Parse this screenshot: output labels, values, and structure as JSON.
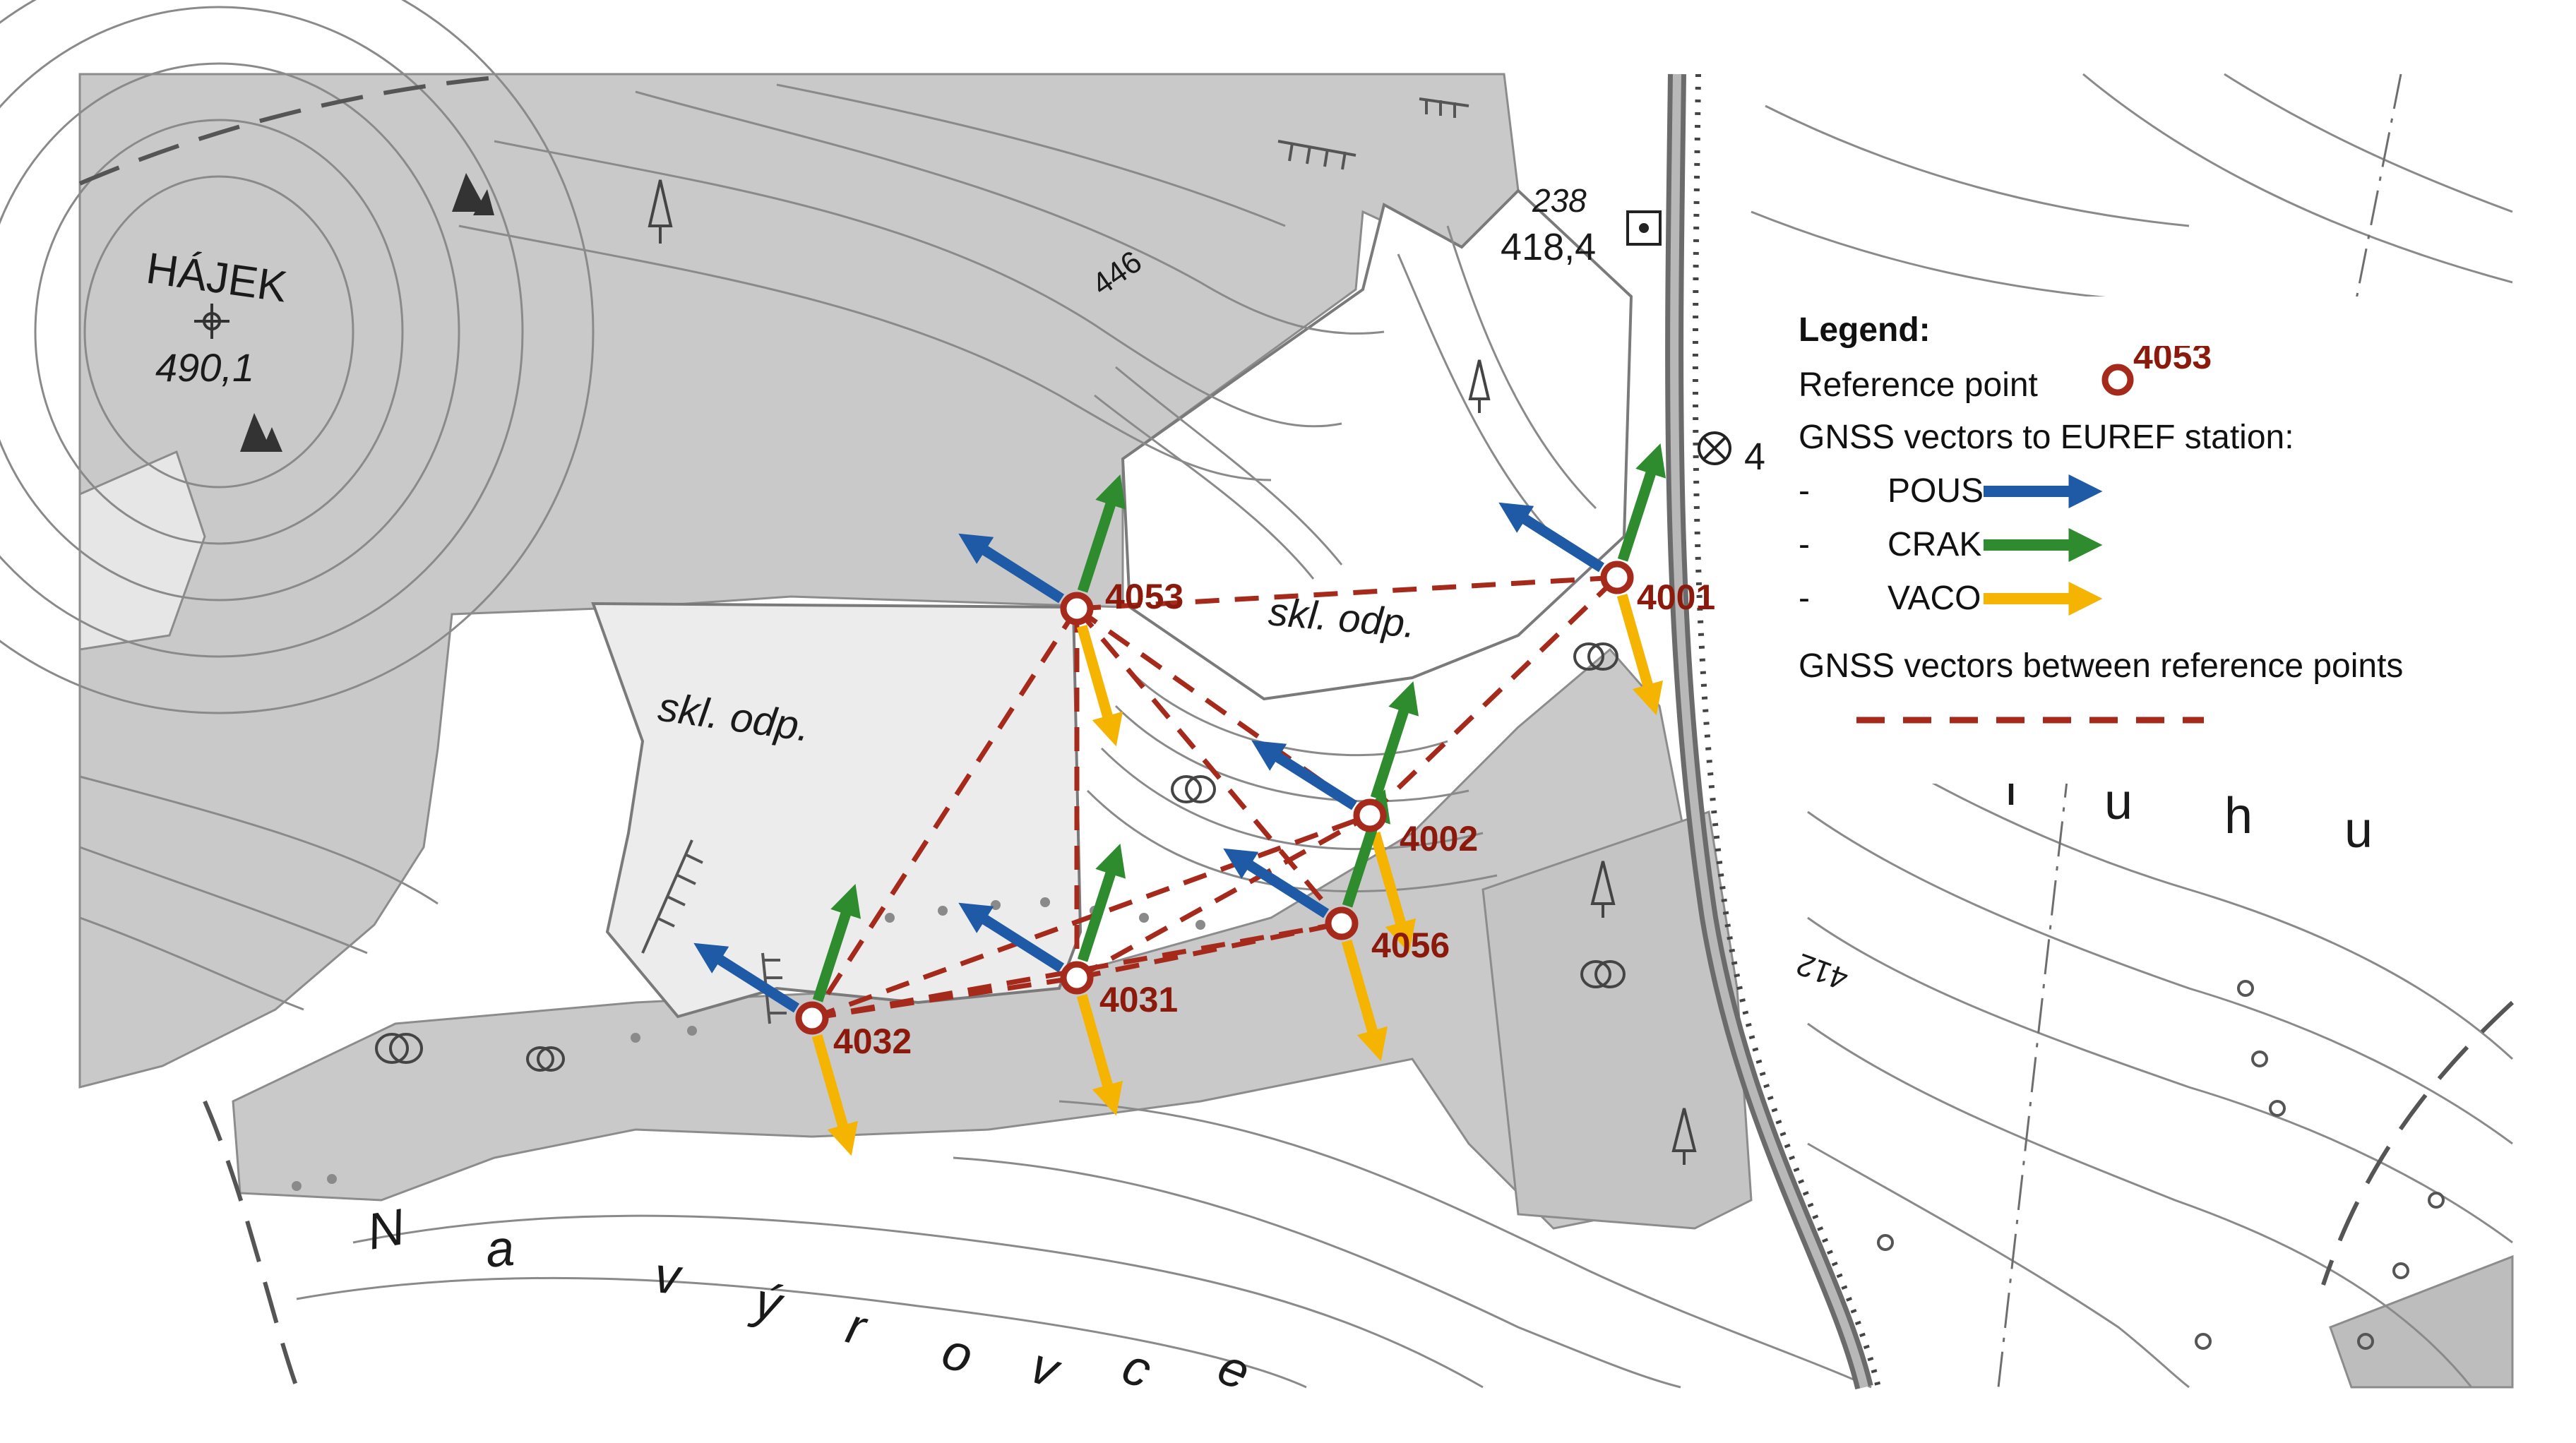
{
  "map": {
    "place_labels": {
      "hajek": "HÁJEK",
      "hajek_elev": "490,1",
      "skl_odp_left": "skl. odp.",
      "skl_odp_right": "skl. odp.",
      "na_vyrovce": [
        "N",
        "a",
        "v",
        "ý",
        "r",
        "o",
        "v",
        "c",
        "e"
      ],
      "luhu": [
        "l",
        "u",
        "h",
        "u"
      ],
      "contour_446": "446",
      "contour_412": "412",
      "benchmark_num": "238",
      "benchmark_elev": "418,4",
      "edge_digit": "4"
    }
  },
  "points": [
    {
      "id": "4053",
      "label": "4053"
    },
    {
      "id": "4001",
      "label": "4001"
    },
    {
      "id": "4002",
      "label": "4002"
    },
    {
      "id": "4056",
      "label": "4056"
    },
    {
      "id": "4031",
      "label": "4031"
    },
    {
      "id": "4032",
      "label": "4032"
    }
  ],
  "gnss_vectors": {
    "POUS": {
      "color": "#1f5aa6"
    },
    "CRAK": {
      "color": "#2e8b2e"
    },
    "VACO": {
      "color": "#f4b400"
    }
  },
  "baselines_color": "#a52a1c",
  "legend": {
    "title": "Legend:",
    "reference_point": "Reference point",
    "reference_point_sample": "4053",
    "gnss_to_euref": "GNSS vectors to EUREF station:",
    "dash": "-",
    "stations": [
      {
        "name": "POUS",
        "color": "#1f5aa6"
      },
      {
        "name": "CRAK",
        "color": "#2e8b2e"
      },
      {
        "name": "VACO",
        "color": "#f4b400"
      }
    ],
    "between_points": "GNSS vectors between reference points"
  }
}
